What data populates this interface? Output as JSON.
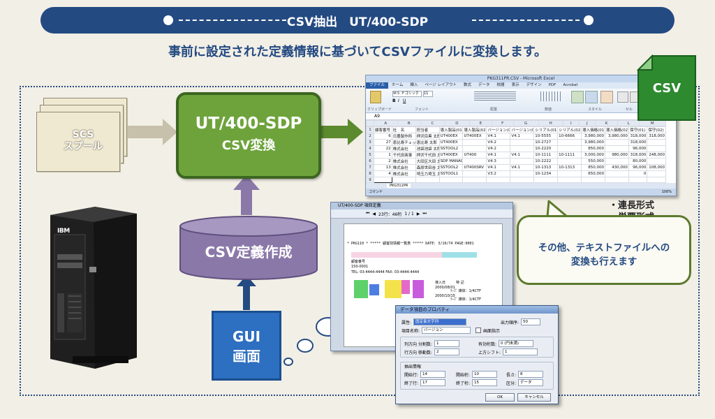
{
  "title": "CSV抽出　UT/400-SDP",
  "subtitle": "事前に設定された定義情報に基づいてCSVファイルに変換します。",
  "spool": {
    "line1": "SCS",
    "line2": "スプール"
  },
  "converter": {
    "line1": "UT/400-SDP",
    "line2": "CSV変換"
  },
  "csv_definition": "CSV定義作成",
  "gui": {
    "line1": "GUI",
    "line2": "画面"
  },
  "csv_icon_label": "CSV",
  "formats": [
    "・連長形式",
    "・単票形式"
  ],
  "callout": {
    "line1": "その他、テキストファイルへの",
    "line2": "変換も行えます"
  },
  "server": {
    "brand": "IBM"
  },
  "colors": {
    "banner": "#244a82",
    "green_box": "#6ea33c",
    "gui_blue": "#2d6fc0",
    "purple": "#8a79a8",
    "arrow_gray": "#c7c0aa",
    "arrow_green": "#5c8a2e",
    "arrow_navy": "#244a82"
  },
  "excel": {
    "window_title": "PKG311PR.CSV - Microsoft Excel",
    "tabs": [
      "ファイル",
      "ホーム",
      "挿入",
      "ページ レイアウト",
      "数式",
      "データ",
      "校閲",
      "表示",
      "デザイン",
      "PDF",
      "Acrobat"
    ],
    "font_name": "ＭＳ Ｐゴシック",
    "font_size": "11",
    "cell_ref": "A9",
    "ribbon_groups": [
      "クリップボード",
      "フォント",
      "配置",
      "数値",
      "スタイル",
      "セル",
      "編集"
    ],
    "col_letters": [
      "A",
      "B",
      "C",
      "D",
      "E",
      "F",
      "G",
      "H",
      "I",
      "J",
      "K",
      "L",
      "M"
    ],
    "rows": [
      [
        "顧客番号",
        "社　名",
        "担当者",
        "導入製品(01)",
        "導入製品(02)",
        "バージョン(01)",
        "バージョン(02)",
        "シリアル(01)",
        "シリアル(02)",
        "導入価格(01)",
        "導入価格(02)",
        "保守(01)",
        "保守(02)"
      ],
      [
        "6",
        "日農製作所",
        "押沢目黒 太郎",
        "UT400EX",
        "UT400EX",
        "V4.1",
        "V4.1",
        "10-5555",
        "10-6666",
        "3,980,000",
        "3,980,000",
        "318,000",
        "318,000"
      ],
      [
        "27",
        "恵比寿チェック",
        "恵比寿 太郎",
        "UT400EX",
        "",
        "V4.2",
        "",
        "10-2727",
        "",
        "3,980,000",
        "",
        "318,000",
        ""
      ],
      [
        "22",
        "株式会社",
        "池袋池袋 太郎",
        "SSTOOL2",
        "",
        "V4.2",
        "",
        "10-2220",
        "",
        "850,000",
        "",
        "96,000",
        ""
      ],
      [
        "1",
        "千代田商事",
        "押沢千代田 太郎",
        "UT400EX",
        "UT400",
        "V4.1",
        "V4.1",
        "10-1111",
        "10-1111",
        "3,000,000",
        "980,000",
        "318,000",
        "248,000"
      ],
      [
        "2",
        "株式会社",
        "大田区大田 太郎",
        "SDP MANAGE",
        "",
        "V4.3",
        "",
        "10-2222",
        "",
        "550,000",
        "",
        "80,000",
        ""
      ],
      [
        "13",
        "株式会社",
        "森原世田谷 太郎",
        "SSTOOL2",
        "UT400SRV",
        "V4.1",
        "V4.1",
        "10-1313",
        "10-1313",
        "850,000",
        "430,000",
        "96,000",
        "108,000"
      ],
      [
        "4",
        "株式会社",
        "埼玉力埼玉 太郎",
        "SSTOOL1",
        "",
        "V3.2",
        "",
        "10-1234",
        "",
        "650,000",
        "",
        "0",
        ""
      ]
    ],
    "sheet_tab": "PKG311PR",
    "status": "コマンド",
    "zoom": "100%"
  },
  "spool_viewer": {
    "title": "UT/400-SDP 項目定義",
    "page_info": "23行：46桁",
    "page_count": "1 / 1",
    "report_line": "* PKG110 *        *****  顧客別情報一覧表  *****      DATE: 3/10/74  PAGE:0001",
    "lines": [
      "顧客番号",
      "150-0001",
      "TEL: 03-4444-4444  FAX: 03-4444-4444"
    ],
    "boxes": [
      "導入日",
      "特 記",
      "2000/08/01",
      "2000/10/15"
    ],
    "memo": [
      "ﾃｰﾌﾟ 媒体：1/4CTF",
      "ﾃｰﾌﾟ 媒体：1/4CTF"
    ]
  },
  "dialog": {
    "title": "データ項目のプロパティ",
    "attr_label": "属性:",
    "attr_value": "固定長文字列",
    "output_order_label": "出力順序:",
    "output_order_value": "50",
    "item_name_label": "項目名称:",
    "item_name_value": "バージョン",
    "screen_show_label": "画面指示",
    "col_dir_label": "列方向 分割数:",
    "col_dir_value": "1",
    "valid_digits_label": "有効桁数:",
    "valid_digits_value": "0 (円未満)",
    "row_dir_label": "行方向 移動数:",
    "row_dir_value": "2",
    "upper_shift_label": "上方シフト:",
    "upper_shift_value": "1",
    "extract_group_label": "抽出情報",
    "start_row_label": "開始行:",
    "start_row_value": "14",
    "start_col_label": "開始桁:",
    "start_col_value": "10",
    "length_label": "長さ:",
    "length_value": "8",
    "end_row_label": "終了行:",
    "end_row_value": "17",
    "end_col_label": "終了桁:",
    "end_col_value": "15",
    "kind_label": "区分:",
    "kind_value": "データ",
    "ok": "OK",
    "cancel": "キャンセル"
  }
}
